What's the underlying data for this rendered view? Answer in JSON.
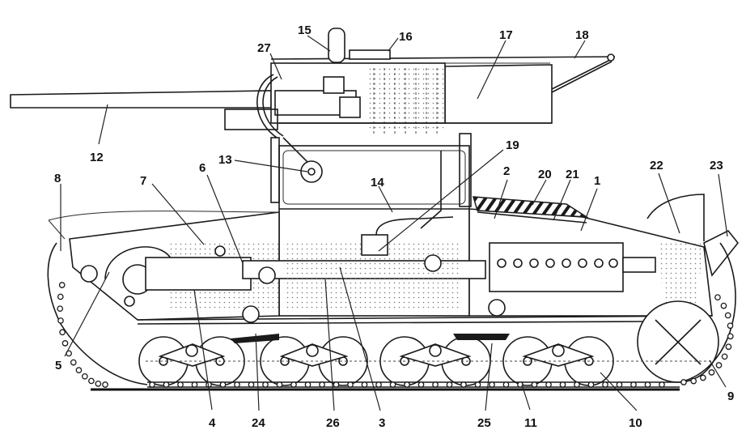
{
  "diagram": {
    "subject": "Light tracked self-propelled gun, longitudinal cutaway (side view)",
    "colors": {
      "ink": "#1a1a1a",
      "paper": "#ffffff"
    },
    "callouts": [
      {
        "id": "1",
        "text": "1"
      },
      {
        "id": "2",
        "text": "2"
      },
      {
        "id": "3",
        "text": "3"
      },
      {
        "id": "4",
        "text": "4"
      },
      {
        "id": "5",
        "text": "5"
      },
      {
        "id": "6",
        "text": "6"
      },
      {
        "id": "7",
        "text": "7"
      },
      {
        "id": "8",
        "text": "8"
      },
      {
        "id": "9",
        "text": "9"
      },
      {
        "id": "10",
        "text": "10"
      },
      {
        "id": "11",
        "text": "11"
      },
      {
        "id": "12",
        "text": "12"
      },
      {
        "id": "13",
        "text": "13"
      },
      {
        "id": "14",
        "text": "14"
      },
      {
        "id": "15",
        "text": "15"
      },
      {
        "id": "16",
        "text": "16"
      },
      {
        "id": "17",
        "text": "17"
      },
      {
        "id": "18",
        "text": "18"
      },
      {
        "id": "19",
        "text": "19"
      },
      {
        "id": "20",
        "text": "20"
      },
      {
        "id": "21",
        "text": "21"
      },
      {
        "id": "22",
        "text": "22"
      },
      {
        "id": "23",
        "text": "23"
      },
      {
        "id": "24",
        "text": "24"
      },
      {
        "id": "25",
        "text": "25"
      },
      {
        "id": "26",
        "text": "26"
      },
      {
        "id": "27",
        "text": "27"
      }
    ]
  }
}
